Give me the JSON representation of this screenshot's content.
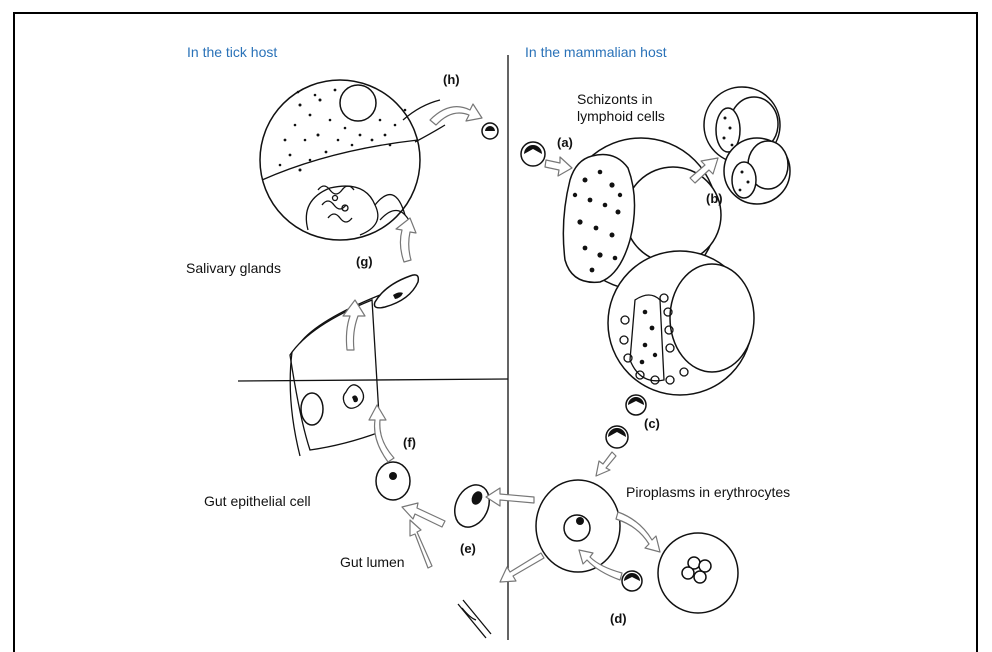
{
  "headers": {
    "tick_host": "In the tick host",
    "mammalian_host": "In the mammalian host"
  },
  "labels": {
    "schizonts_line1": "Schizonts in",
    "schizonts_line2": "lymphoid cells",
    "salivary_glands": "Salivary glands",
    "gut_epithelial_cell": "Gut epithelial cell",
    "gut_lumen": "Gut lumen",
    "piroplasms": "Piroplasms in erythrocytes"
  },
  "stages": {
    "a": "(a)",
    "b": "(b)",
    "c": "(c)",
    "d": "(d)",
    "e": "(e)",
    "f": "(f)",
    "g": "(g)",
    "h": "(h)"
  },
  "colors": {
    "header_blue": "#2a72b8",
    "ink": "#111111",
    "arrow_outline": "#777777"
  }
}
